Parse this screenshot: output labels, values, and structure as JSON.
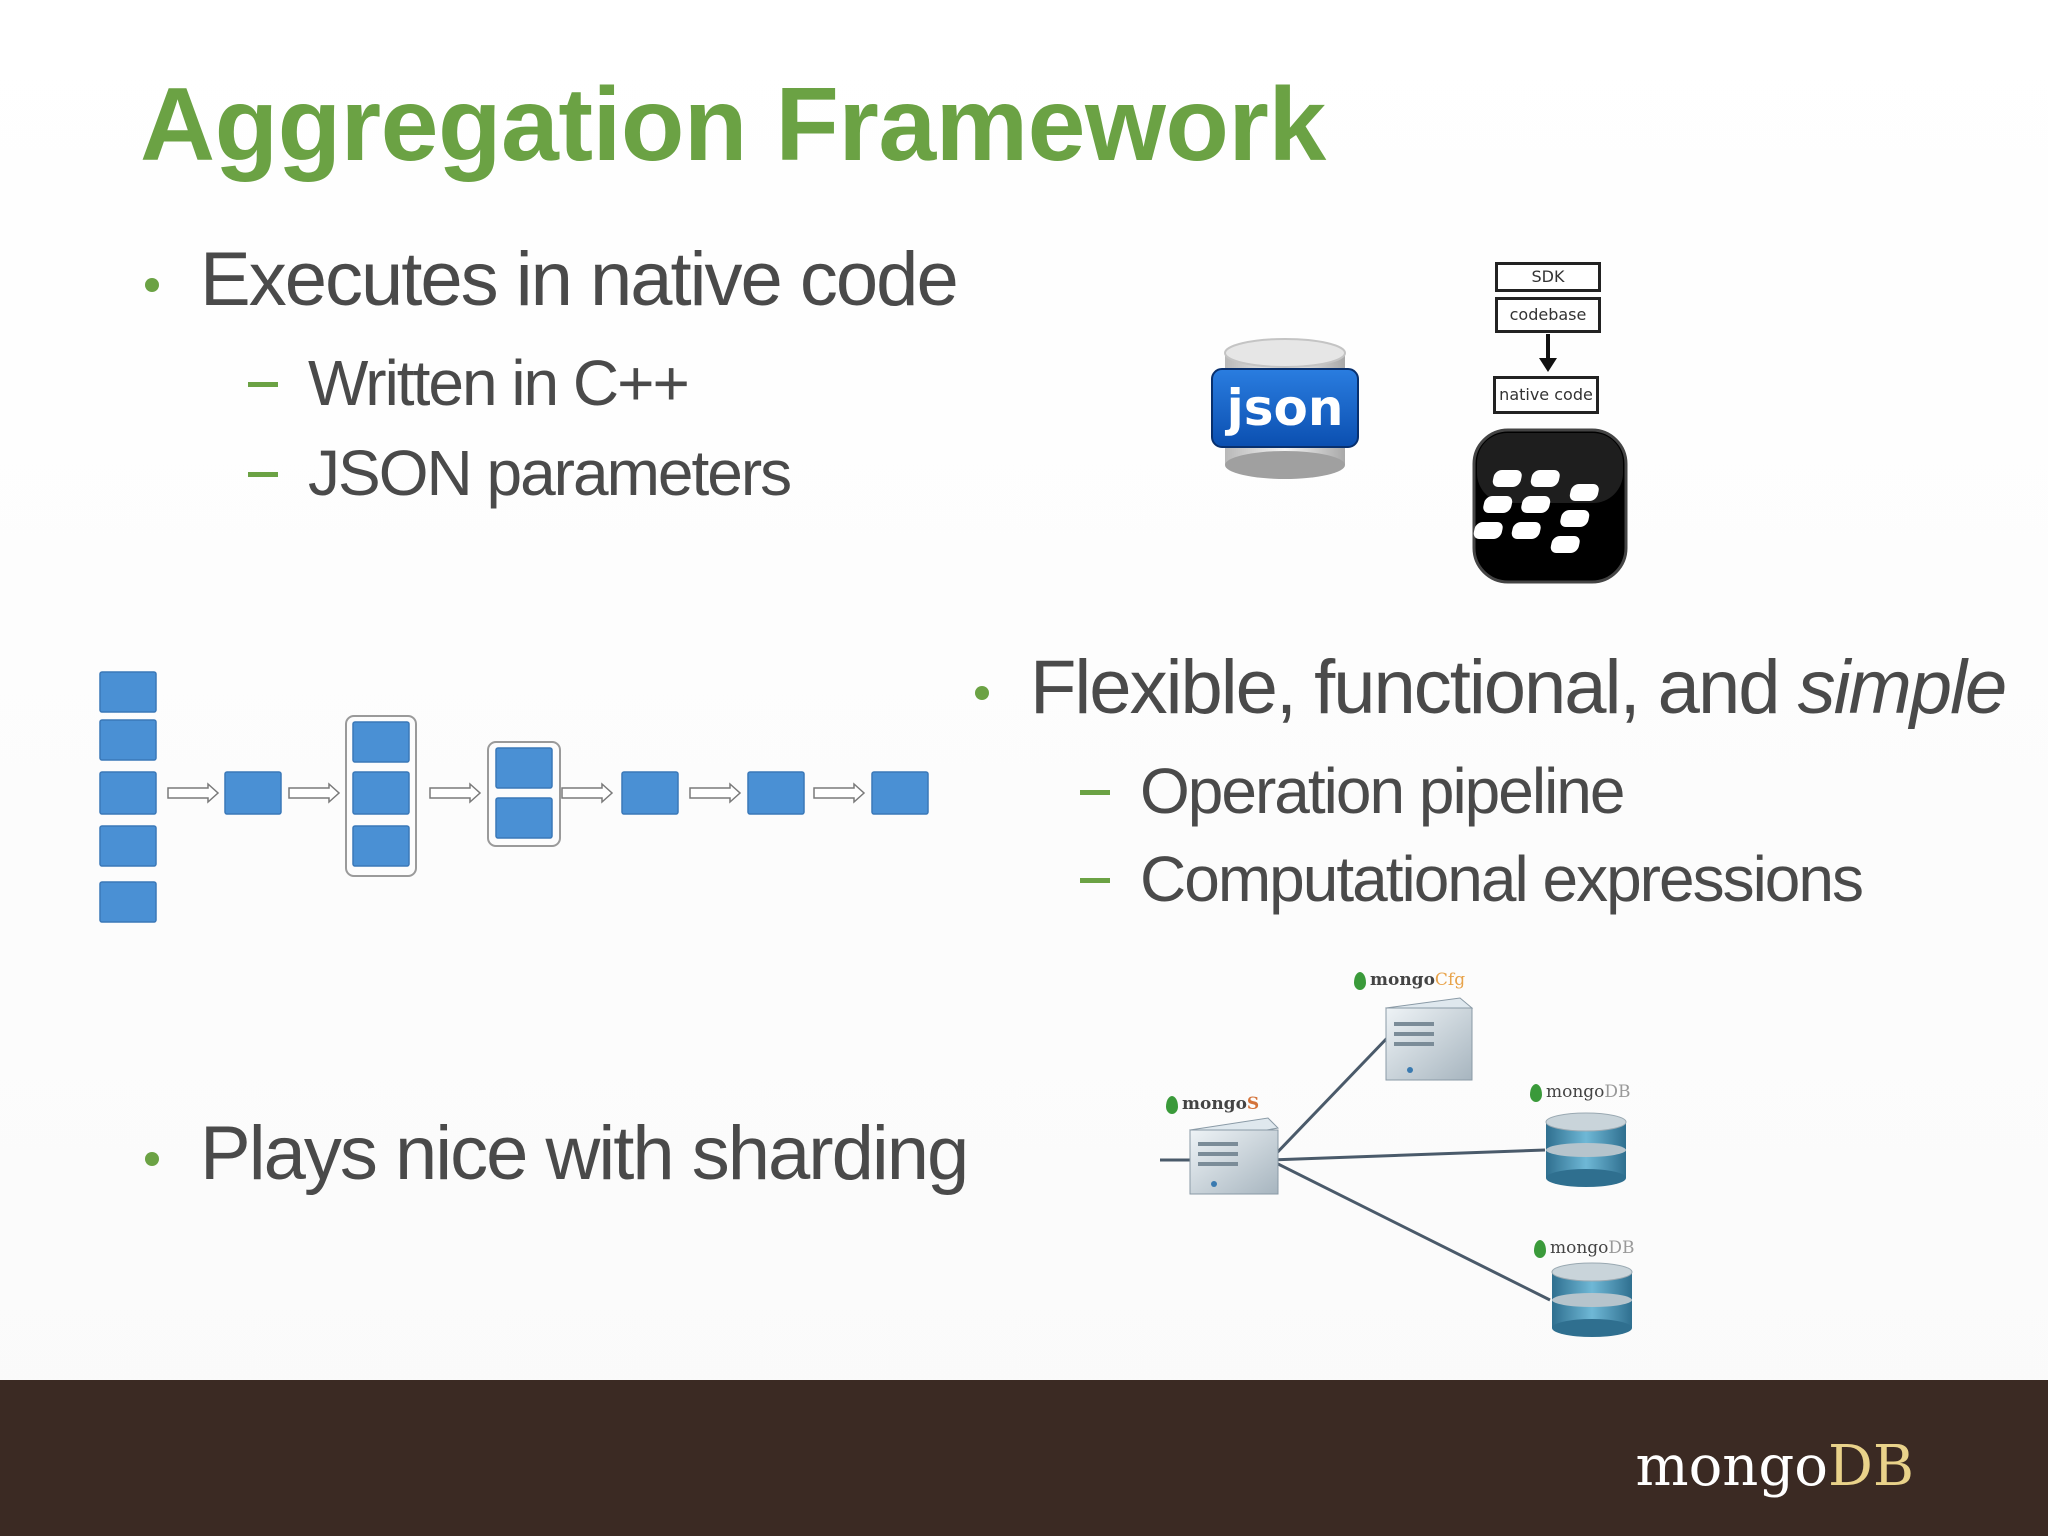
{
  "slide": {
    "title": "Aggregation Framework",
    "bullets": [
      {
        "text": "Executes in native code",
        "subs": [
          "Written in C++",
          "JSON parameters"
        ]
      },
      {
        "text_main": "Flexible, functional, and ",
        "text_em": "simple",
        "subs": [
          "Operation pipeline",
          "Computational expressions"
        ]
      },
      {
        "text": "Plays nice with sharding",
        "subs": []
      }
    ]
  },
  "images": {
    "json_icon_text": "json",
    "sdk_diagram": {
      "top_box": "SDK",
      "middle_box": "codebase",
      "bottom_box": "native code"
    },
    "sharding_diagram": {
      "router_label_a": "mongo",
      "router_label_b": "S",
      "config_label_a": "mongo",
      "config_label_b": "Cfg",
      "shard1_label_a": "mongo",
      "shard1_label_b": "DB",
      "shard2_label_a": "mongo",
      "shard2_label_b": "DB"
    }
  },
  "footer": {
    "logo_main": "mongo",
    "logo_accent": "DB"
  },
  "colors": {
    "title_green": "#6ba244",
    "body_gray": "#4a4a4a",
    "footer_brown": "#3b2a23",
    "logo_accent": "#e9d28a",
    "pipeline_blue": "#4a90d4"
  }
}
